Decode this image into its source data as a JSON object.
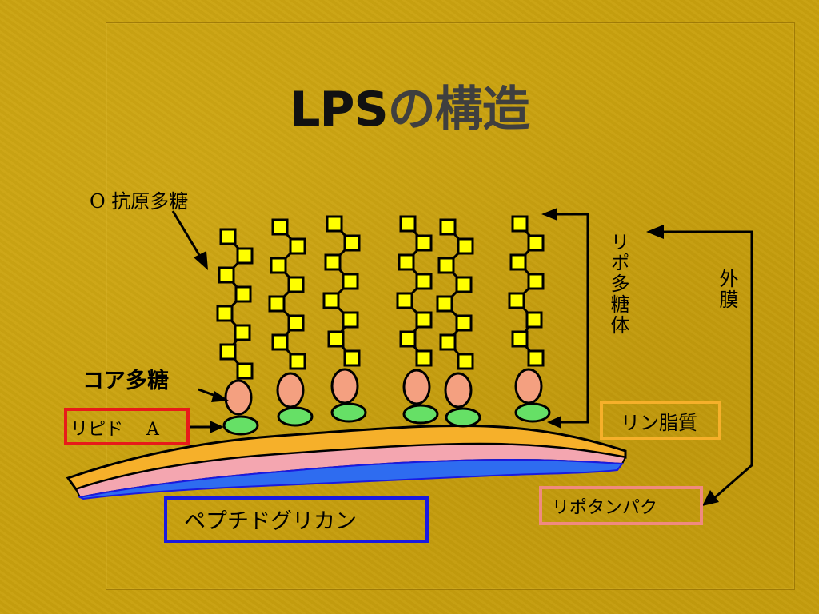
{
  "slide": {
    "title_latin": "LPS",
    "title_jp": "の構造"
  },
  "labels": {
    "o_antigen": "O 抗原多糖",
    "core": "コア多糖",
    "lipid_a": "リピド　 A",
    "lipopolysaccharide": "リポ多糖体",
    "outer_membrane": "外膜",
    "phospholipid": "リン脂質",
    "lipoprotein": "リポタンパク",
    "peptidoglycan": "ペプチドグリカン"
  },
  "colors": {
    "background": "#C9A10E",
    "sugar_square": "#FFFF00",
    "core_oval": "#F4A080",
    "lipid_oval": "#66E066",
    "membrane_orange": "#F6B02A",
    "membrane_pink": "#F4A6B0",
    "membrane_blue": "#2E6CF0",
    "lipid_a_box": "#E81A1A",
    "phospholipid_box": "#F6B02A",
    "lipoprotein_box": "#F08A80",
    "peptidoglycan_box": "#1A1AE0"
  }
}
